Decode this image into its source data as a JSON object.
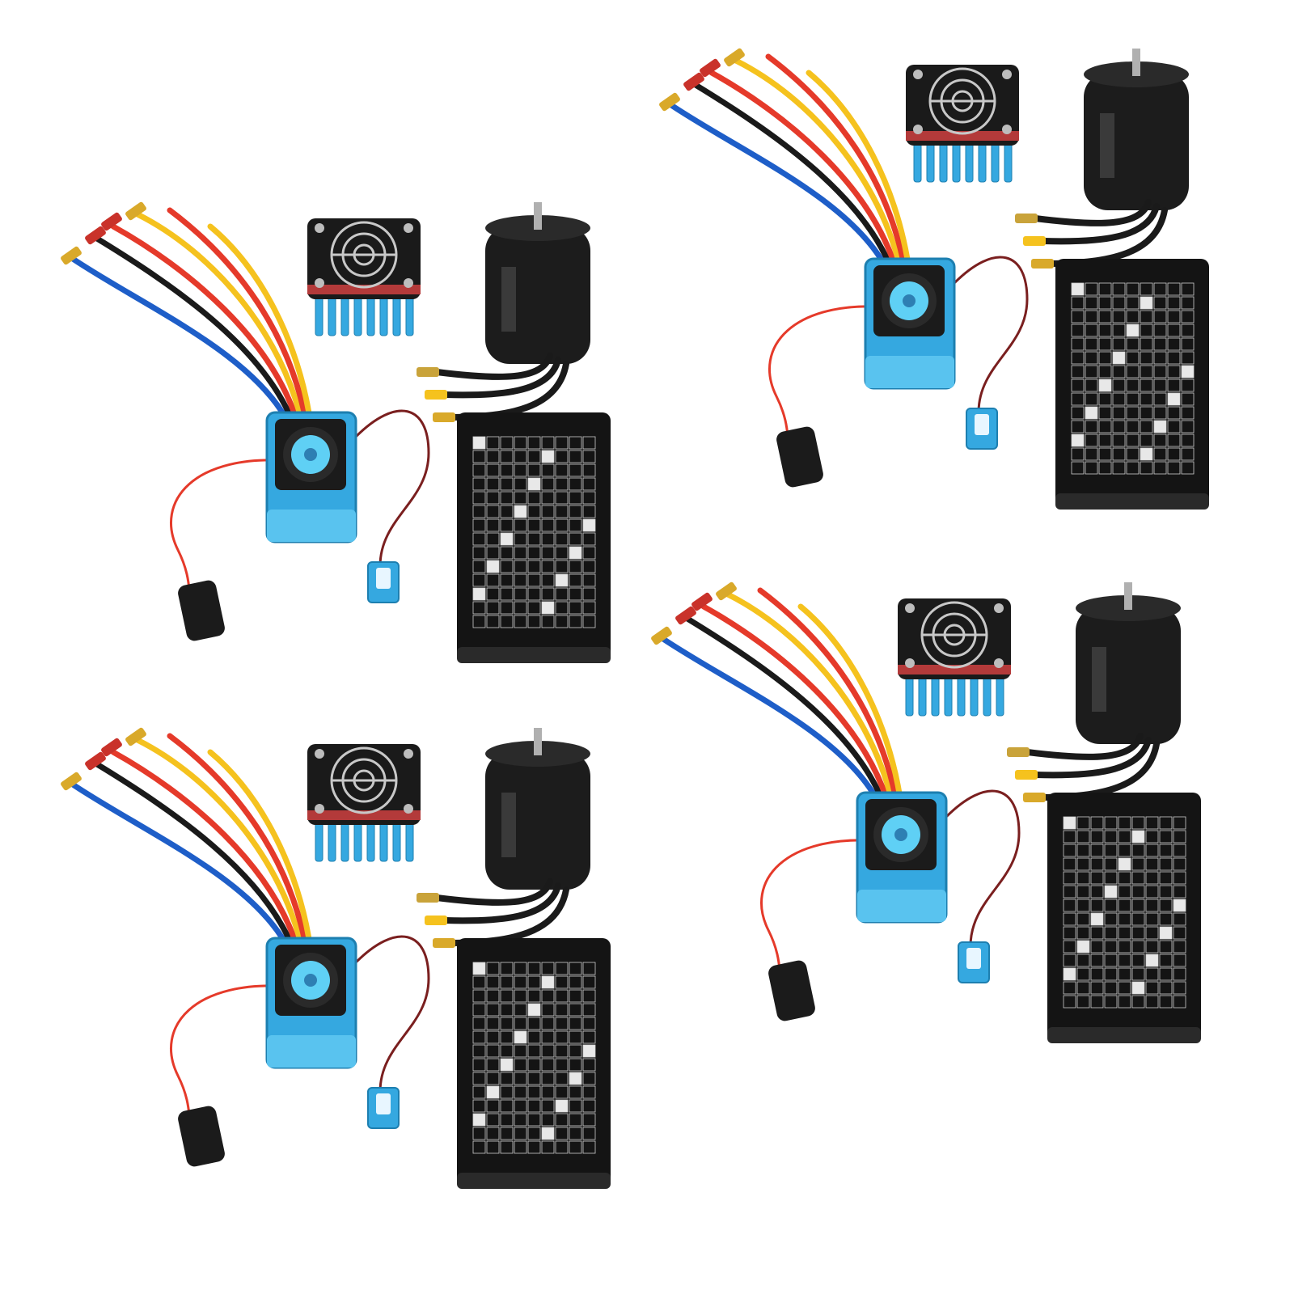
{
  "colors": {
    "background": "#ffffff",
    "accent_blue": "#35a8e0",
    "wire_blue": "#1e5ec8",
    "wire_red": "#e53a2a",
    "wire_yellow": "#f5c21e",
    "wire_black": "#1a1a1a",
    "motor_black": "#1c1c1c",
    "card_black": "#141414",
    "fan_hub_blue": "#5fd0f5"
  },
  "kits": [
    {
      "components": [
        "esc-with-fan",
        "cooling-fan-heatsink",
        "brushless-motor",
        "program-card",
        "power-switch",
        "wire-harness"
      ]
    },
    {
      "components": [
        "esc-with-fan",
        "cooling-fan-heatsink",
        "brushless-motor",
        "program-card",
        "power-switch",
        "wire-harness"
      ]
    },
    {
      "components": [
        "esc-with-fan",
        "cooling-fan-heatsink",
        "brushless-motor",
        "program-card",
        "power-switch",
        "wire-harness"
      ]
    },
    {
      "components": [
        "esc-with-fan",
        "cooling-fan-heatsink",
        "brushless-motor",
        "program-card",
        "power-switch",
        "wire-harness"
      ]
    }
  ]
}
